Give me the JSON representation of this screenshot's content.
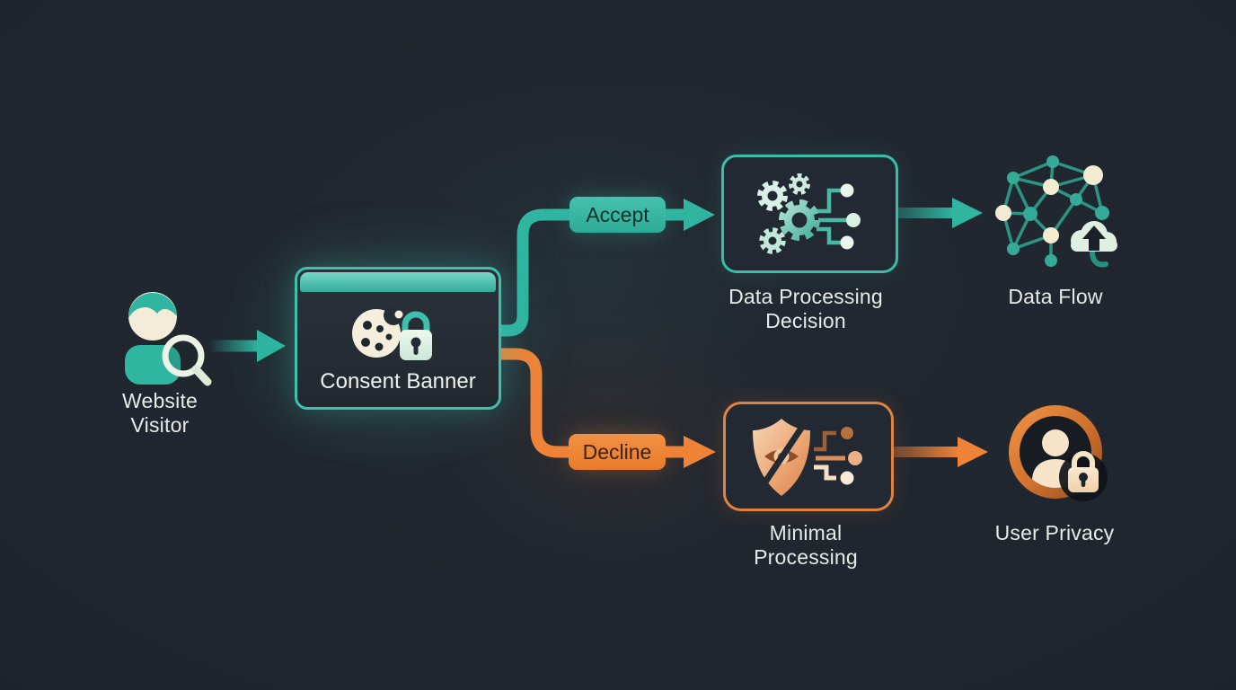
{
  "title": "Cookie consent flow diagram",
  "colors": {
    "background": "#1f252d",
    "teal": "#2fb5a0",
    "teal_border": "#3ec0ab",
    "orange": "#ef8338",
    "orange_border": "#e08240",
    "cream": "#f3edda",
    "label_text": "#e6eae8"
  },
  "nodes": {
    "visitor": {
      "label": "Website Visitor",
      "icon": "user-search-icon"
    },
    "consent": {
      "label": "Consent Banner",
      "icon": "cookie-lock-icon"
    },
    "decision": {
      "label": "Data Processing Decision",
      "icon": "gears-circuit-icon"
    },
    "dataflow": {
      "label": "Data Flow",
      "icon": "network-cloud-upload-icon"
    },
    "minimal": {
      "label": "Minimal Processing",
      "icon": "shield-eye-off-icon"
    },
    "privacy": {
      "label": "User Privacy",
      "icon": "user-lock-icon"
    }
  },
  "edges": {
    "accept": {
      "label": "Accept",
      "color": "#2fb5a0"
    },
    "decline": {
      "label": "Decline",
      "color": "#ef8338"
    }
  }
}
